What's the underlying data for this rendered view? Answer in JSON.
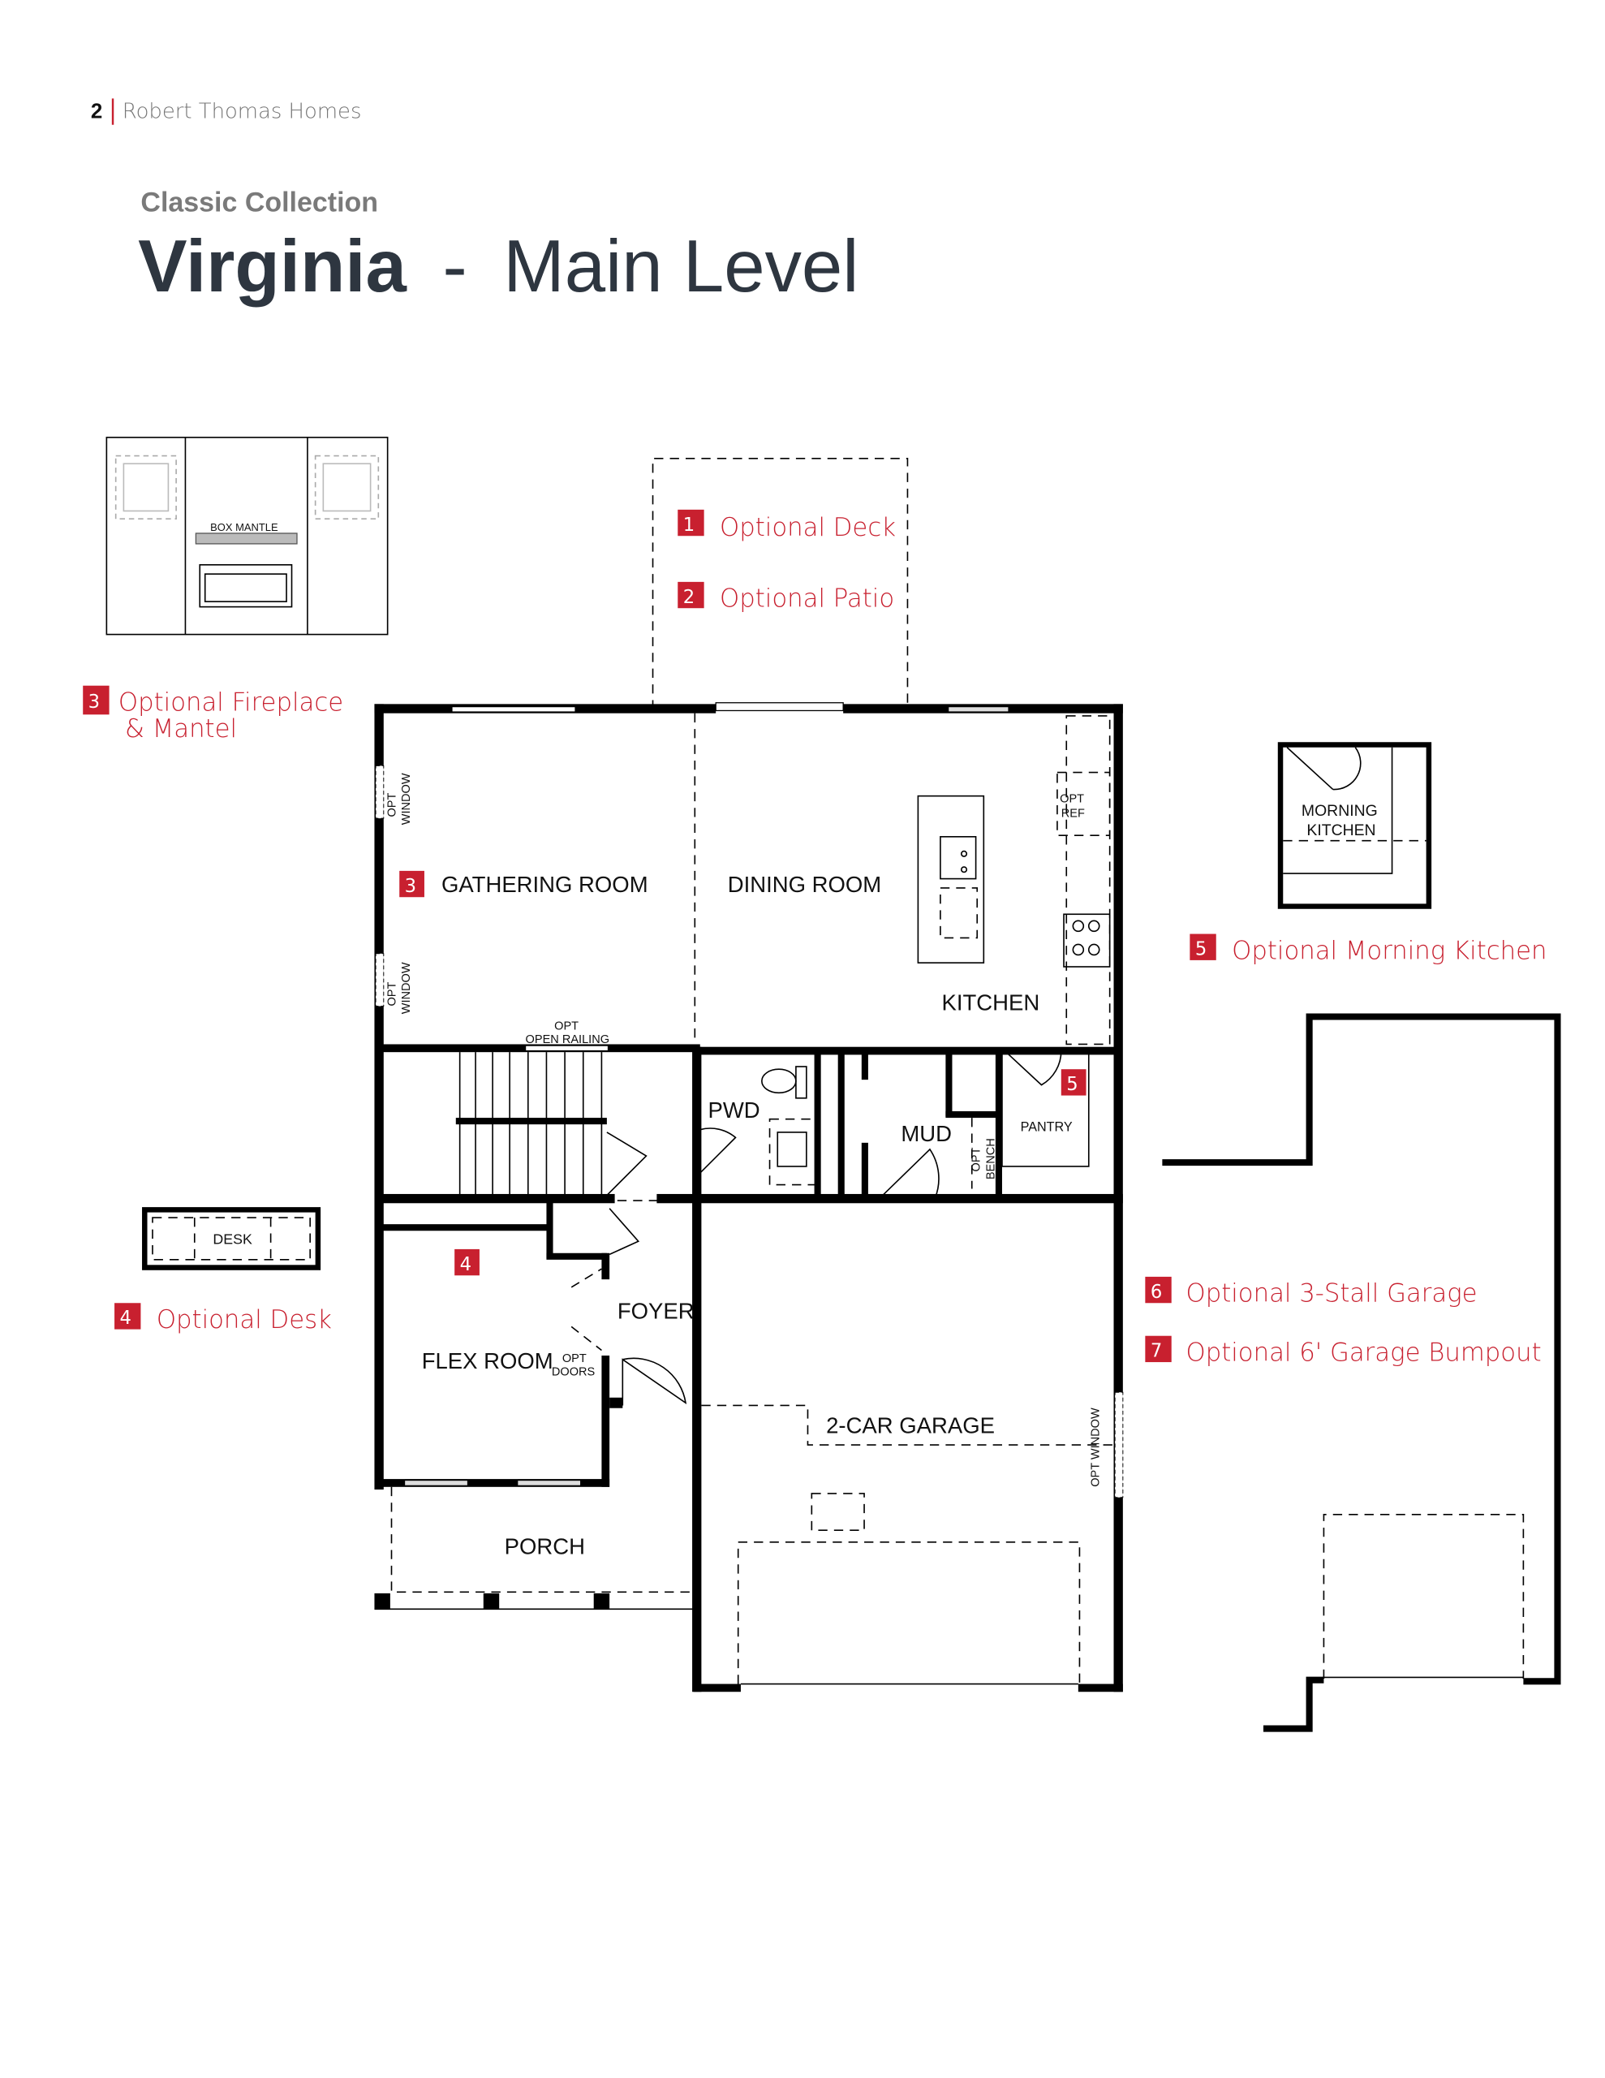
{
  "header": {
    "page_number": "2",
    "brand": "Robert Thomas Homes"
  },
  "title": {
    "collection": "Classic Collection",
    "plan_name": "Virginia",
    "separator": "-",
    "level": "Main Level"
  },
  "colors": {
    "accent": "#c8202f",
    "title": "#2e3640",
    "subtitle": "#7a7a7a"
  },
  "options": [
    {
      "number": "1",
      "label": "Optional Deck"
    },
    {
      "number": "2",
      "label": "Optional Patio"
    },
    {
      "number": "3",
      "label": "Optional Fireplace",
      "label_line2": "& Mantel"
    },
    {
      "number": "4",
      "label": "Optional Desk"
    },
    {
      "number": "5",
      "label": "Optional Morning Kitchen"
    },
    {
      "number": "6",
      "label": "Optional 3-Stall Garage"
    },
    {
      "number": "7",
      "label": "Optional 6' Garage Bumpout"
    }
  ],
  "rooms": {
    "gathering": "GATHERING ROOM",
    "dining": "DINING ROOM",
    "kitchen": "KITCHEN",
    "pwd": "PWD",
    "mud": "MUD",
    "pantry": "PANTRY",
    "foyer": "FOYER",
    "flex": "FLEX ROOM",
    "garage": "2-CAR GARAGE",
    "porch": "PORCH",
    "morning_kitchen_1": "MORNING",
    "morning_kitchen_2": "KITCHEN",
    "desk": "DESK",
    "box_mantle": "BOX MANTLE"
  },
  "notes": {
    "opt": "OPT",
    "window": "WINDOW",
    "open_railing": "OPEN RAILING",
    "refr": "REF",
    "doors": "DOORS",
    "bench": "BENCH",
    "opt_window": "OPT WINDOW"
  }
}
